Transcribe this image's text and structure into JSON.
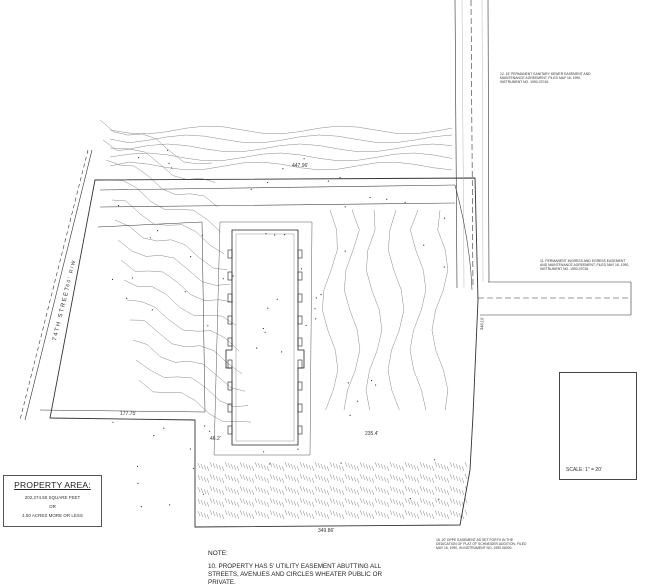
{
  "property_area": {
    "title": "PROPERTY AREA:",
    "square_feet": "202,274.50 SQUARE FEET",
    "or": "OR",
    "acres": "4.50 ACRES MORE OR LESS"
  },
  "note": {
    "title": "NOTE:",
    "text": "10.  PROPERTY HAS 5' UTILITY EASEMENT ABUTTING ALL STREETS, AVENUES AND CIRCLES WHEATER PUBLIC OR PRIVATE."
  },
  "scale": {
    "label": "SCALE:  1\" = 20'"
  },
  "street": {
    "name": "74TH STREET",
    "width": "60' R/W"
  },
  "easements": {
    "e12": "12. 15' PERMANENT SANITARY SEWER EASEMENT AND MAINTENANCE AGREEMENT, FILED MAY 16, 1990, INSTRUMENT NO. 1990-07015.",
    "e11": "11. PERMANENT INGRESS AND EGRESS EASEMENT AND MAINTENANCE AGREEMENT, FILED MAY 16, 1990, INSTRUMENT NO. 1990-07016.",
    "e18": "18. 20' DPPE EASEMENT AS SET FORTH IN THE DEDICATION OF PLAT OF SCHNEIDER ADDITION, FILED MAY 16, 1990, IN INSTRUMENT NO. 1990-06000."
  },
  "dimensions": {
    "top": "447.96'",
    "left": "177.75'",
    "right_side": "235.4'",
    "bottom": "349.86'",
    "inset": "46.2'",
    "east": "348.10'"
  },
  "icons": {
    "north_arrow": "north-arrow-icon"
  }
}
